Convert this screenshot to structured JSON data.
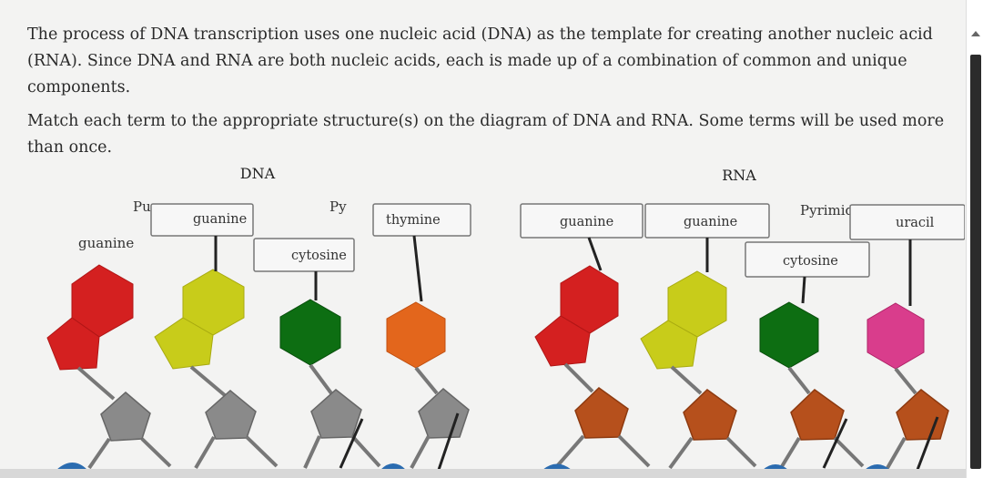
{
  "question": {
    "paragraph1": "The process of DNA transcription uses one nucleic acid (DNA) as the template for creating another nucleic acid (RNA). Since DNA and RNA are both nucleic acids, each is made up of a combination of common and unique components.",
    "paragraph2": "Match each term to the appropriate structure(s) on the diagram of DNA and RNA. Some terms will be used more than once."
  },
  "diagram": {
    "dna_heading": "DNA",
    "rna_heading": "RNA",
    "placed_labels": {
      "dna_guanine_left": "guanine",
      "dna_guanine_box": "guanine",
      "dna_cytosine_box": "cytosine",
      "dna_thymine_box": "thymine",
      "rna_guanine_box1": "guanine",
      "rna_guanine_box2": "guanine",
      "rna_cytosine_box": "cytosine",
      "rna_uracil_box": "uracil"
    },
    "hidden_labels": {
      "dna_pu_partial": "Pu",
      "dna_py_partial": "Py",
      "rna_pyrimid_partial": "Pyrimid"
    },
    "colors": {
      "purine_red": "#d42020",
      "purine_yellow": "#c8cc1a",
      "cytosine_green": "#0d6e12",
      "thymine_orange": "#e3661c",
      "uracil_pink": "#d93d8c",
      "dna_sugar_gray": "#8a8a8a",
      "rna_sugar_orange": "#b6501c",
      "backbone_blue": "#2b6cb0"
    }
  }
}
